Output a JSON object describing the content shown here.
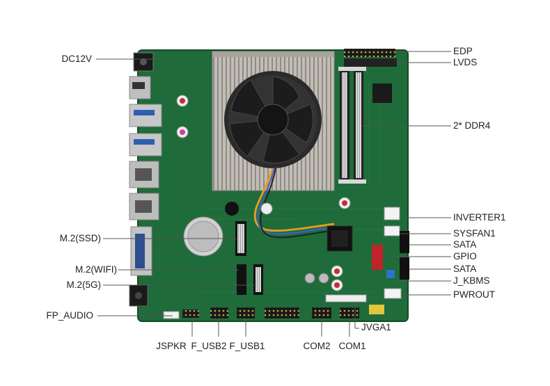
{
  "colors": {
    "pcb": "#1f6b3a",
    "pcb_dark": "#154d29",
    "heatsink": "#b9b4ad",
    "fan": "#2a2a2a",
    "silver": "#c9c9c9",
    "leader": "#555555"
  },
  "labels": {
    "left": [
      {
        "id": "dc12v",
        "text": "DC12V"
      },
      {
        "id": "m2-ssd",
        "text": "M.2(SSD)"
      },
      {
        "id": "m2-wifi",
        "text": "M.2(WIFI)"
      },
      {
        "id": "m2-5g",
        "text": "M.2(5G)"
      },
      {
        "id": "fp-audio",
        "text": "FP_AUDIO"
      }
    ],
    "right": [
      {
        "id": "edp",
        "text": "EDP"
      },
      {
        "id": "lvds",
        "text": "LVDS"
      },
      {
        "id": "ddr4",
        "text": "2* DDR4"
      },
      {
        "id": "inverter1",
        "text": "INVERTER1"
      },
      {
        "id": "sysfan1",
        "text": "SYSFAN1"
      },
      {
        "id": "sata-1",
        "text": "SATA"
      },
      {
        "id": "gpio",
        "text": "GPIO"
      },
      {
        "id": "sata-2",
        "text": "SATA"
      },
      {
        "id": "j-kbms",
        "text": "J_KBMS"
      },
      {
        "id": "pwrout",
        "text": "PWROUT"
      }
    ],
    "bottom": [
      {
        "id": "jspkr",
        "text": "JSPKR"
      },
      {
        "id": "f-usb2",
        "text": "F_USB2"
      },
      {
        "id": "f-usb1",
        "text": "F_USB1"
      },
      {
        "id": "com2",
        "text": "COM2"
      },
      {
        "id": "com1",
        "text": "COM1"
      },
      {
        "id": "jvga1",
        "text": "JVGA1"
      }
    ]
  }
}
